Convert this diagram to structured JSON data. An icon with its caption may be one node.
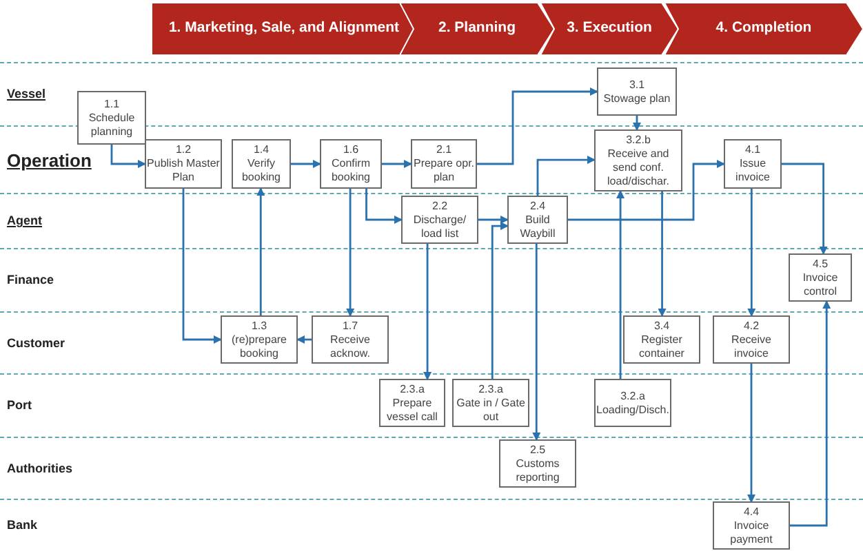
{
  "diagram": {
    "nodes": [
      {
        "text": [
          "1. Marketing, Sale, and Alignment"
        ]
      },
      {
        "text": [
          "2. Planning"
        ]
      },
      {
        "text": [
          "3. Execution"
        ]
      },
      {
        "text": [
          "4. Completion"
        ]
      },
      {
        "text": [
          "Vessel"
        ]
      },
      {
        "text": [
          "Operation"
        ]
      },
      {
        "text": [
          "Agent"
        ]
      },
      {
        "text": [
          "Finance"
        ]
      },
      {
        "text": [
          "Customer"
        ]
      },
      {
        "text": [
          "Port"
        ]
      },
      {
        "text": [
          "Authorities"
        ]
      },
      {
        "text": [
          "Bank"
        ]
      },
      {
        "text": [
          "1.1",
          "Schedule planning"
        ]
      },
      {
        "text": [
          "1.2",
          "Publish Master Plan"
        ],
        "in": 5
      },
      {
        "text": [
          "1.4",
          "Verify booking"
        ],
        "in": 5
      },
      {
        "text": [
          "1.6",
          "Confirm booking"
        ],
        "in": 5
      },
      {
        "text": [
          "2.1",
          "Prepare opr. plan"
        ],
        "in": 5
      },
      {
        "text": [
          "3.1",
          "Stowage plan"
        ],
        "in": 4
      },
      {
        "text": [
          "3.2.b",
          "Receive and send conf. load/dischar."
        ],
        "in": 5
      },
      {
        "text": [
          "4.1",
          "Issue invoice"
        ],
        "in": 5
      },
      {
        "text": [
          "2.2",
          "Discharge/ load list"
        ],
        "in": 6
      },
      {
        "text": [
          "2.4",
          "Build Waybill"
        ],
        "in": 6
      },
      {
        "text": [
          "4.5",
          "Invoice control"
        ],
        "in": 7
      },
      {
        "text": [
          "1.3",
          "(re)prepare booking"
        ],
        "in": 8
      },
      {
        "text": [
          "1.7",
          "Receive acknow."
        ],
        "in": 8
      },
      {
        "text": [
          "3.4",
          "Register container"
        ],
        "in": 8
      },
      {
        "text": [
          "4.2",
          "Receive invoice"
        ],
        "in": 8
      },
      {
        "text": [
          "2.3.a",
          "Prepare vessel call"
        ],
        "in": 9
      },
      {
        "text": [
          "2.3.a",
          "Gate in / Gate out"
        ],
        "in": 9
      },
      {
        "text": [
          "3.2.a",
          "Loading/Disch."
        ],
        "in": 9
      },
      {
        "text": [
          "2.5",
          "Customs reporting"
        ],
        "in": 10
      },
      {
        "text": [
          "4.4",
          "Invoice payment"
        ],
        "in": 11
      }
    ],
    "edges": [
      {
        "from": 12,
        "to": 13,
        "arrow": "to"
      },
      {
        "from": 13,
        "to": 23,
        "arrow": "to"
      },
      {
        "from": 23,
        "to": 14,
        "arrow": "to"
      },
      {
        "from": 14,
        "to": 15,
        "arrow": "to"
      },
      {
        "from": 15,
        "to": 16,
        "arrow": "to"
      },
      {
        "from": 15,
        "to": 24,
        "arrow": "to"
      },
      {
        "from": 15,
        "to": 20,
        "arrow": "to"
      },
      {
        "from": 24,
        "to": 23,
        "arrow": "to"
      },
      {
        "from": 16,
        "to": 17,
        "arrow": "to"
      },
      {
        "from": 17,
        "to": 18,
        "arrow": "to"
      },
      {
        "from": 20,
        "to": 27,
        "arrow": "to"
      },
      {
        "from": 20,
        "to": 21,
        "arrow": "to"
      },
      {
        "from": 28,
        "to": 21,
        "arrow": "to"
      },
      {
        "from": 21,
        "to": 18,
        "arrow": "to"
      },
      {
        "from": 21,
        "to": 19,
        "arrow": "to"
      },
      {
        "from": 21,
        "to": 30,
        "arrow": "to"
      },
      {
        "from": 29,
        "to": 18,
        "arrow": "to"
      },
      {
        "from": 18,
        "to": 25,
        "arrow": "to"
      },
      {
        "from": 19,
        "to": 22,
        "arrow": "to"
      },
      {
        "from": 19,
        "to": 26,
        "arrow": "to"
      },
      {
        "from": 26,
        "to": 31,
        "arrow": "to"
      },
      {
        "from": 31,
        "to": 22,
        "arrow": "to"
      }
    ]
  }
}
